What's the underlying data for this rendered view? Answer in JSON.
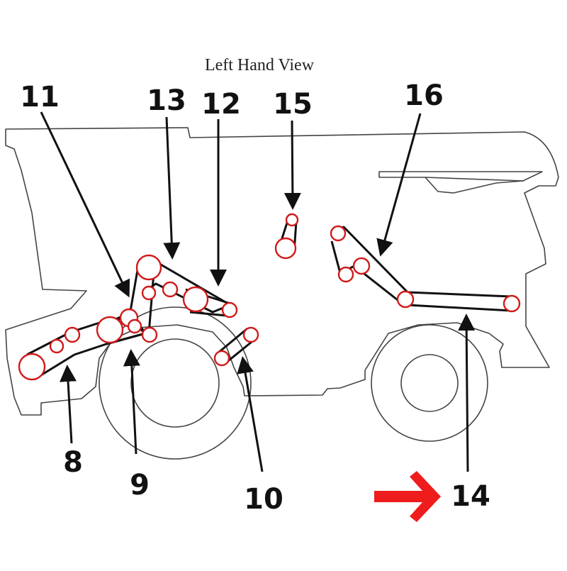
{
  "view_title": "Left Hand View",
  "callouts": [
    {
      "id": "8",
      "label": "8"
    },
    {
      "id": "9",
      "label": "9"
    },
    {
      "id": "10",
      "label": "10"
    },
    {
      "id": "11",
      "label": "11"
    },
    {
      "id": "12",
      "label": "12"
    },
    {
      "id": "13",
      "label": "13"
    },
    {
      "id": "14",
      "label": "14"
    },
    {
      "id": "15",
      "label": "15"
    },
    {
      "id": "16",
      "label": "16"
    }
  ],
  "highlight": {
    "target": "14",
    "color": "#ee1c1c"
  },
  "colors": {
    "pulley_outline": "#d01a1a",
    "belt": "#111111",
    "machine_outline": "#444444"
  }
}
